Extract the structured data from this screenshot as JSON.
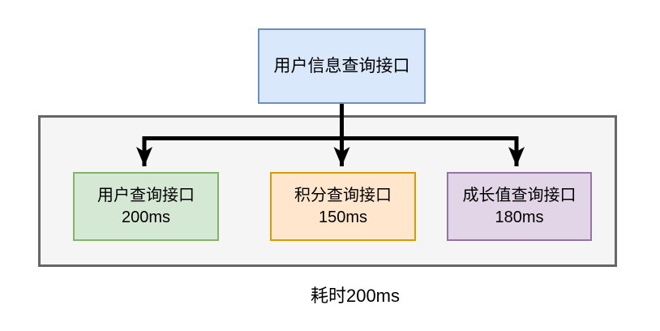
{
  "diagram": {
    "root": {
      "label": "用户信息查询接口",
      "fill": "#dae8fc",
      "border": "#6c8ebf"
    },
    "services": [
      {
        "label": "用户查询接口",
        "time": "200ms",
        "fill": "#d5e8d4",
        "border": "#82b366"
      },
      {
        "label": "积分查询接口",
        "time": "150ms",
        "fill": "#ffe6cc",
        "border": "#d79b00"
      },
      {
        "label": "成长值查询接口",
        "time": "180ms",
        "fill": "#e1d5e7",
        "border": "#9673a6"
      }
    ],
    "group": {
      "fill": "#f5f5f5",
      "border": "#666666"
    },
    "caption": "耗时200ms",
    "arrow_color": "#000000",
    "background": "#ffffff"
  }
}
